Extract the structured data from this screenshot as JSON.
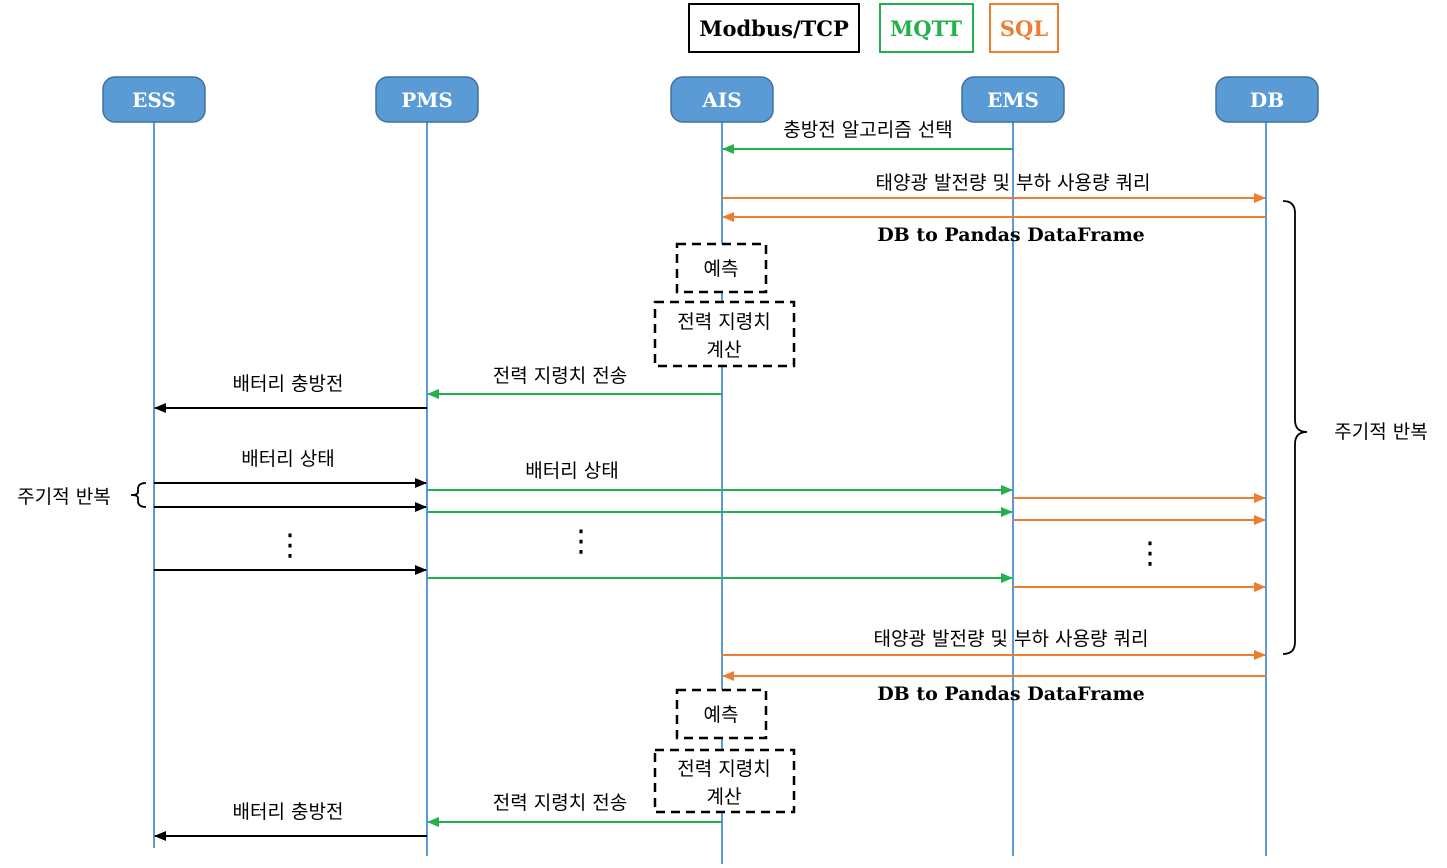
{
  "legend": {
    "modbus": "Modbus/TCP",
    "mqtt": "MQTT",
    "sql": "SQL"
  },
  "colors": {
    "modbus": "#000000",
    "mqtt": "#22b14c",
    "sql": "#ed7d31",
    "lifeline": "#5b9bd5",
    "participant_fill": "#5b9bd5"
  },
  "participants": {
    "ess": "ESS",
    "pms": "PMS",
    "ais": "AIS",
    "ems": "EMS",
    "db": "DB"
  },
  "messages": {
    "select_algorithm": "충방전 알고리즘 선택",
    "query_1": "태양광 발전량 및 부하 사용량 쿼리",
    "df_1": "DB to Pandas DataFrame",
    "send_cmd_1": "전력 지령치 전송",
    "battery_charge_1": "배터리 충방전",
    "battery_state_pms": "배터리 상태",
    "battery_state_ems": "배터리 상태",
    "query_2": "태양광 발전량 및 부하 사용량 쿼리",
    "df_2": "DB to Pandas DataFrame",
    "send_cmd_2": "전력 지령치 전송",
    "battery_charge_2": "배터리 충방전"
  },
  "boxes": {
    "predict_1": "예측",
    "calc_1_line1": "전력 지령치",
    "calc_1_line2": "계산",
    "predict_2": "예측",
    "calc_2_line1": "전력 지령치",
    "calc_2_line2": "계산"
  },
  "braces": {
    "right_label": "주기적 반복",
    "left_label": "주기적 반복"
  },
  "ellipsis": "⋮"
}
